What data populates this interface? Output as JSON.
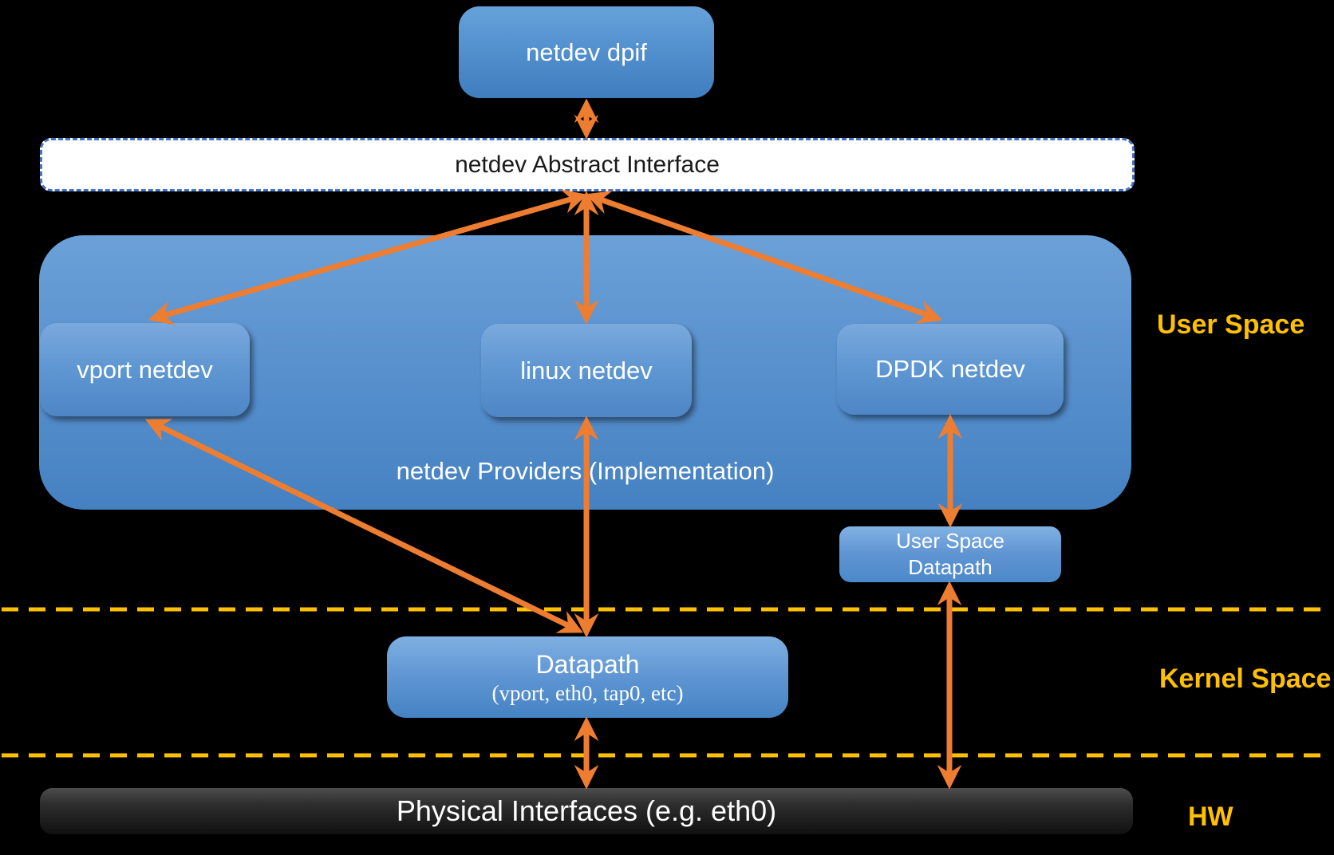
{
  "colors": {
    "background": "#000000",
    "node_blue_top": "#7aa9dd",
    "node_blue_bottom": "#4e86c6",
    "arrow_orange": "#ED7D31",
    "zone_gold": "#FFC000",
    "abstract_border_blue": "#4472C4",
    "abstract_fill": "#ffffff",
    "hw_bar_dark": "#2e2e2e"
  },
  "nodes": {
    "netdev_dpif": "netdev dpif",
    "abstract_interface": "netdev Abstract Interface",
    "providers_caption": "netdev Providers (Implementation)",
    "vport": "vport netdev",
    "linux": "linux netdev",
    "dpdk": "DPDK netdev",
    "user_space_datapath_line1": "User Space",
    "user_space_datapath_line2": "Datapath",
    "datapath_title": "Datapath",
    "datapath_subtitle": "(vport, eth0, tap0, etc)",
    "physical_interfaces": "Physical Interfaces (e.g. eth0)"
  },
  "zone_labels": {
    "user_space": "User Space",
    "kernel_space": "Kernel Space",
    "hw": "HW"
  }
}
